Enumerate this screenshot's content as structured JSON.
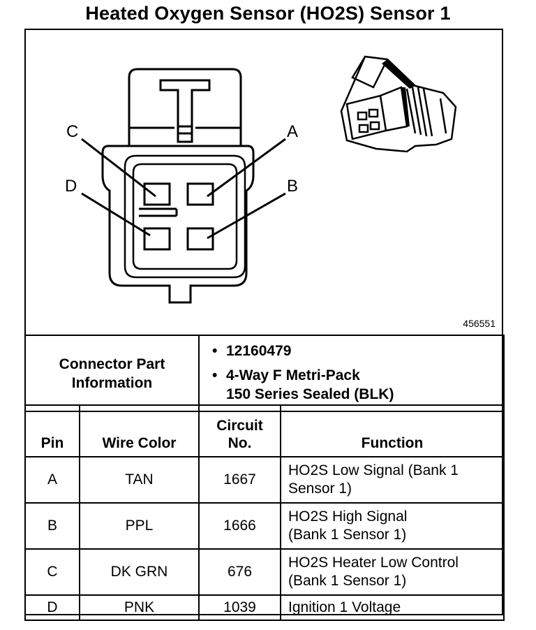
{
  "title": "Heated Oxygen Sensor (HO2S) Sensor 1",
  "figure_number": "456551",
  "pin_labels": {
    "a": "A",
    "b": "B",
    "c": "C",
    "d": "D"
  },
  "connector_info": {
    "label_line1": "Connector Part",
    "label_line2": "Information",
    "items": [
      {
        "bullet": "•",
        "text": "12160479"
      },
      {
        "bullet": "•",
        "text": "4-Way F Metri-Pack",
        "text2": "150 Series Sealed (BLK)"
      }
    ]
  },
  "table": {
    "headers": {
      "pin": "Pin",
      "wire_color": "Wire Color",
      "circuit_line1": "Circuit",
      "circuit_line2": "No.",
      "function": "Function"
    },
    "rows": [
      {
        "pin": "A",
        "wire_color": "TAN",
        "circuit": "1667",
        "function_line1": "HO2S Low Signal (Bank 1",
        "function_line2": "Sensor 1)"
      },
      {
        "pin": "B",
        "wire_color": "PPL",
        "circuit": "1666",
        "function_line1": "HO2S High Signal",
        "function_line2": "(Bank 1 Sensor 1)"
      },
      {
        "pin": "C",
        "wire_color": "DK GRN",
        "circuit": "676",
        "function_line1": "HO2S Heater Low Control",
        "function_line2": "(Bank 1 Sensor 1)"
      },
      {
        "pin": "D",
        "wire_color": "PNK",
        "circuit": "1039",
        "function_line1": "Ignition 1 Voltage",
        "function_line2": ""
      }
    ]
  }
}
